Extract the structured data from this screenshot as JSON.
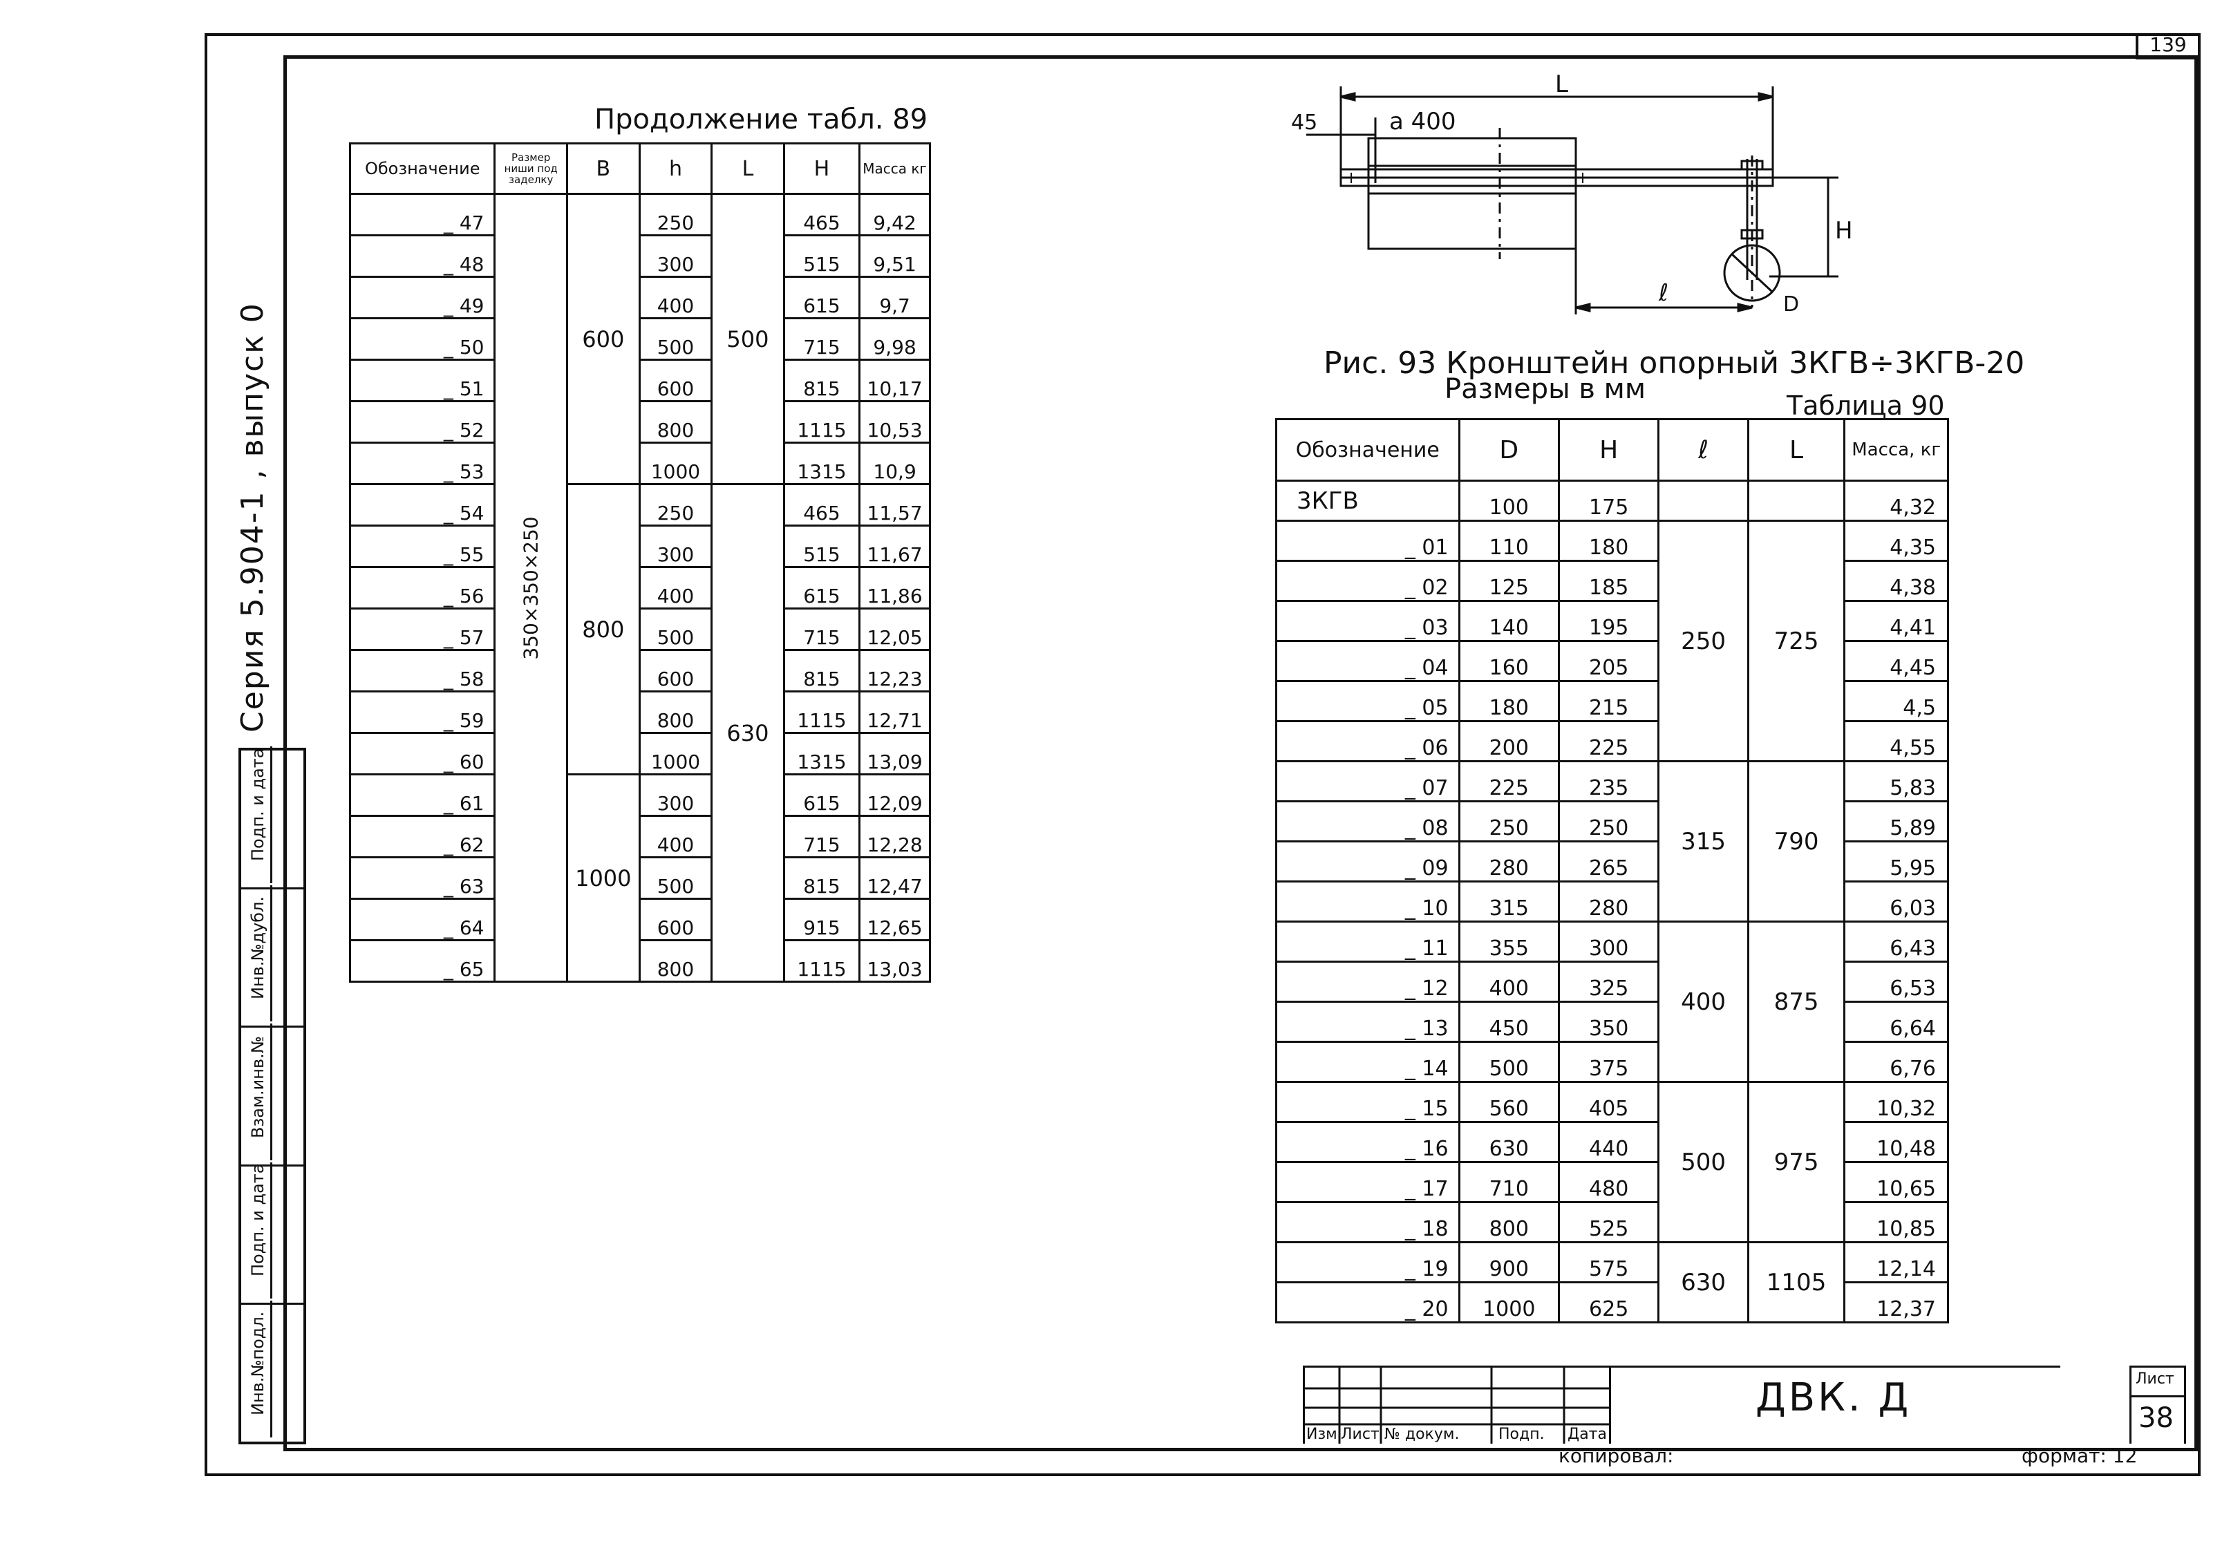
{
  "page": {
    "sheet_corner": "139",
    "side_label": "Серия  5.904-1 ,  выпуск  0",
    "side_stamp_cells": [
      "Инв.№подл.",
      "Подп. и дата",
      "Взам.инв.№",
      "Инв.№дубл.",
      "Подп. и дата"
    ]
  },
  "table89": {
    "title": "Продолжение  табл. 89",
    "headers": {
      "designation": "Обозначение",
      "size": "Размер ниши под заделку",
      "b": "В",
      "h": "h",
      "l": "L",
      "hh": "Н",
      "mass": "Масса кг"
    },
    "size_value": "350×350×250",
    "b_groups": [
      "600",
      "800",
      "1000"
    ],
    "l_groups": [
      "500",
      "630"
    ],
    "rows": [
      {
        "des": "_ 47",
        "h": "250",
        "H": "465",
        "m": "9,42"
      },
      {
        "des": "_ 48",
        "h": "300",
        "H": "515",
        "m": "9,51"
      },
      {
        "des": "_ 49",
        "h": "400",
        "H": "615",
        "m": "9,7"
      },
      {
        "des": "_ 50",
        "h": "500",
        "H": "715",
        "m": "9,98"
      },
      {
        "des": "_ 51",
        "h": "600",
        "H": "815",
        "m": "10,17"
      },
      {
        "des": "_ 52",
        "h": "800",
        "H": "1115",
        "m": "10,53"
      },
      {
        "des": "_ 53",
        "h": "1000",
        "H": "1315",
        "m": "10,9"
      },
      {
        "des": "_ 54",
        "h": "250",
        "H": "465",
        "m": "11,57"
      },
      {
        "des": "_ 55",
        "h": "300",
        "H": "515",
        "m": "11,67"
      },
      {
        "des": "_ 56",
        "h": "400",
        "H": "615",
        "m": "11,86"
      },
      {
        "des": "_ 57",
        "h": "500",
        "H": "715",
        "m": "12,05"
      },
      {
        "des": "_ 58",
        "h": "600",
        "H": "815",
        "m": "12,23"
      },
      {
        "des": "_ 59",
        "h": "800",
        "H": "1115",
        "m": "12,71"
      },
      {
        "des": "_ 60",
        "h": "1000",
        "H": "1315",
        "m": "13,09"
      },
      {
        "des": "_ 61",
        "h": "300",
        "H": "615",
        "m": "12,09"
      },
      {
        "des": "_ 62",
        "h": "400",
        "H": "715",
        "m": "12,28"
      },
      {
        "des": "_ 63",
        "h": "500",
        "H": "815",
        "m": "12,47"
      },
      {
        "des": "_ 64",
        "h": "600",
        "H": "915",
        "m": "12,65"
      },
      {
        "des": "_ 65",
        "h": "800",
        "H": "1115",
        "m": "13,03"
      }
    ]
  },
  "figure": {
    "caption": "Рис. 93  Кронштейн опорный 3КГВ÷3КГВ-20",
    "subcaption": "Размеры в мм",
    "labels": {
      "L": "L",
      "a400": "а 400",
      "d45": "45",
      "H": "Н",
      "l": "ℓ",
      "D": "D"
    }
  },
  "table90": {
    "title": "Таблица 90",
    "headers": {
      "designation": "Обозначение",
      "d": "D",
      "h": "Н",
      "l": "ℓ",
      "L": "L",
      "mass": "Масса, кг"
    },
    "first_designation": "3КГВ",
    "l_groups": [
      "250",
      "315",
      "400",
      "500",
      "630"
    ],
    "L_groups": [
      "725",
      "790",
      "875",
      "975",
      "1105"
    ],
    "rows": [
      {
        "des": "3КГВ",
        "D": "100",
        "H": "175",
        "m": "4,32"
      },
      {
        "des": "_ 01",
        "D": "110",
        "H": "180",
        "m": "4,35"
      },
      {
        "des": "_ 02",
        "D": "125",
        "H": "185",
        "m": "4,38"
      },
      {
        "des": "_ 03",
        "D": "140",
        "H": "195",
        "m": "4,41"
      },
      {
        "des": "_ 04",
        "D": "160",
        "H": "205",
        "m": "4,45"
      },
      {
        "des": "_ 05",
        "D": "180",
        "H": "215",
        "m": "4,5"
      },
      {
        "des": "_ 06",
        "D": "200",
        "H": "225",
        "m": "4,55"
      },
      {
        "des": "_ 07",
        "D": "225",
        "H": "235",
        "m": "5,83"
      },
      {
        "des": "_ 08",
        "D": "250",
        "H": "250",
        "m": "5,89"
      },
      {
        "des": "_ 09",
        "D": "280",
        "H": "265",
        "m": "5,95"
      },
      {
        "des": "_ 10",
        "D": "315",
        "H": "280",
        "m": "6,03"
      },
      {
        "des": "_ 11",
        "D": "355",
        "H": "300",
        "m": "6,43"
      },
      {
        "des": "_ 12",
        "D": "400",
        "H": "325",
        "m": "6,53"
      },
      {
        "des": "_ 13",
        "D": "450",
        "H": "350",
        "m": "6,64"
      },
      {
        "des": "_ 14",
        "D": "500",
        "H": "375",
        "m": "6,76"
      },
      {
        "des": "_ 15",
        "D": "560",
        "H": "405",
        "m": "10,32"
      },
      {
        "des": "_ 16",
        "D": "630",
        "H": "440",
        "m": "10,48"
      },
      {
        "des": "_ 17",
        "D": "710",
        "H": "480",
        "m": "10,65"
      },
      {
        "des": "_ 18",
        "D": "800",
        "H": "525",
        "m": "10,85"
      },
      {
        "des": "_ 19",
        "D": "900",
        "H": "575",
        "m": "12,14"
      },
      {
        "des": "_ 20",
        "D": "1000",
        "H": "625",
        "m": "12,37"
      }
    ]
  },
  "title_block": {
    "code": "ДВК. Д",
    "labels": [
      "Изм",
      "Лист",
      "№ докум.",
      "Подп.",
      "Дата"
    ],
    "sheet_label": "Лист",
    "sheet_number": "38",
    "copied": "копировал:",
    "format": "формат: 12"
  }
}
